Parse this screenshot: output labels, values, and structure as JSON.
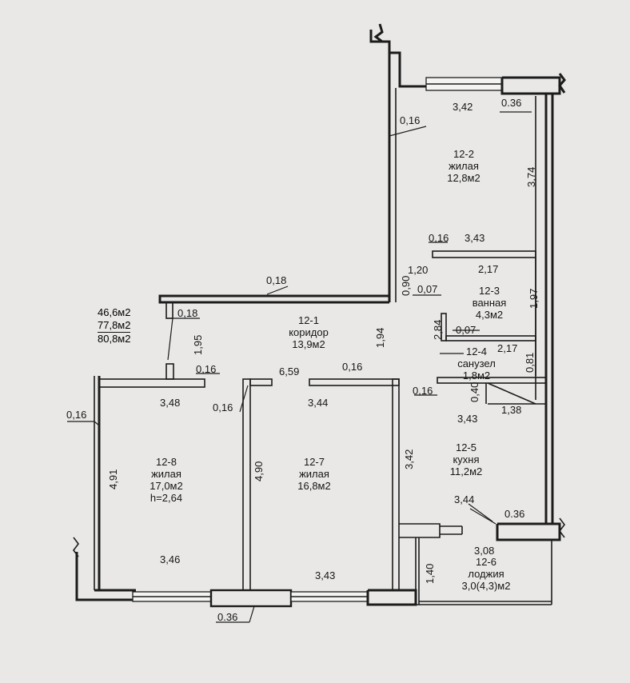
{
  "summary": {
    "area_1": "46,6м2",
    "area_2": "77,8м2",
    "area_3": "80,8м2"
  },
  "rooms": {
    "r12_1": {
      "num": "12-1",
      "name": "коридор",
      "area": "13,9м2"
    },
    "r12_2": {
      "num": "12-2",
      "name": "жилая",
      "area": "12,8м2"
    },
    "r12_3": {
      "num": "12-3",
      "name": "ванная",
      "area": "4,3м2"
    },
    "r12_4": {
      "num": "12-4",
      "name": "санузел",
      "area": "1,8м2"
    },
    "r12_5": {
      "num": "12-5",
      "name": "кухня",
      "area": "11,2м2"
    },
    "r12_6": {
      "num": "12-6",
      "name": "лоджия",
      "area": "3,0(4,3)м2"
    },
    "r12_7": {
      "num": "12-7",
      "name": "жилая",
      "area": "16,8м2"
    },
    "r12_8": {
      "num": "12-8",
      "name": "жилая",
      "area": "17,0м2",
      "height": "h=2,64"
    }
  },
  "dims": {
    "d_342_top": "3,42",
    "d_036_top": "0.36",
    "d_016_upper": "0,16",
    "d_374": "3,74",
    "d_016_b": "0,16",
    "d_343_a": "3,43",
    "d_120": "1,20",
    "d_217_a": "2,17",
    "d_018_top": "0,18",
    "d_090": "0,90",
    "d_007_a": "0,07",
    "d_197": "1,97",
    "d_018_left": "0,18",
    "d_284": "2,84",
    "d_007_b": "0,07",
    "d_194": "1,94",
    "d_195": "1,95",
    "d_217_b": "2,17",
    "d_081": "0,81",
    "d_016_c": "0,16",
    "d_659": "6,59",
    "d_016_d": "0,16",
    "d_016_e": "0,16",
    "d_040": "0,40",
    "d_016_left": "0,16",
    "d_348": "3,48",
    "d_016_f": "0,16",
    "d_344_a": "3,44",
    "d_343_b": "3,43",
    "d_138": "1,38",
    "d_342_mid": "3,42",
    "d_491": "4,91",
    "d_490": "4,90",
    "d_344_b": "3,44",
    "d_036_right": "0.36",
    "d_346": "3,46",
    "d_308": "3,08",
    "d_140": "1,40",
    "d_343_c": "3,43",
    "d_036_bottom": "0.36"
  }
}
